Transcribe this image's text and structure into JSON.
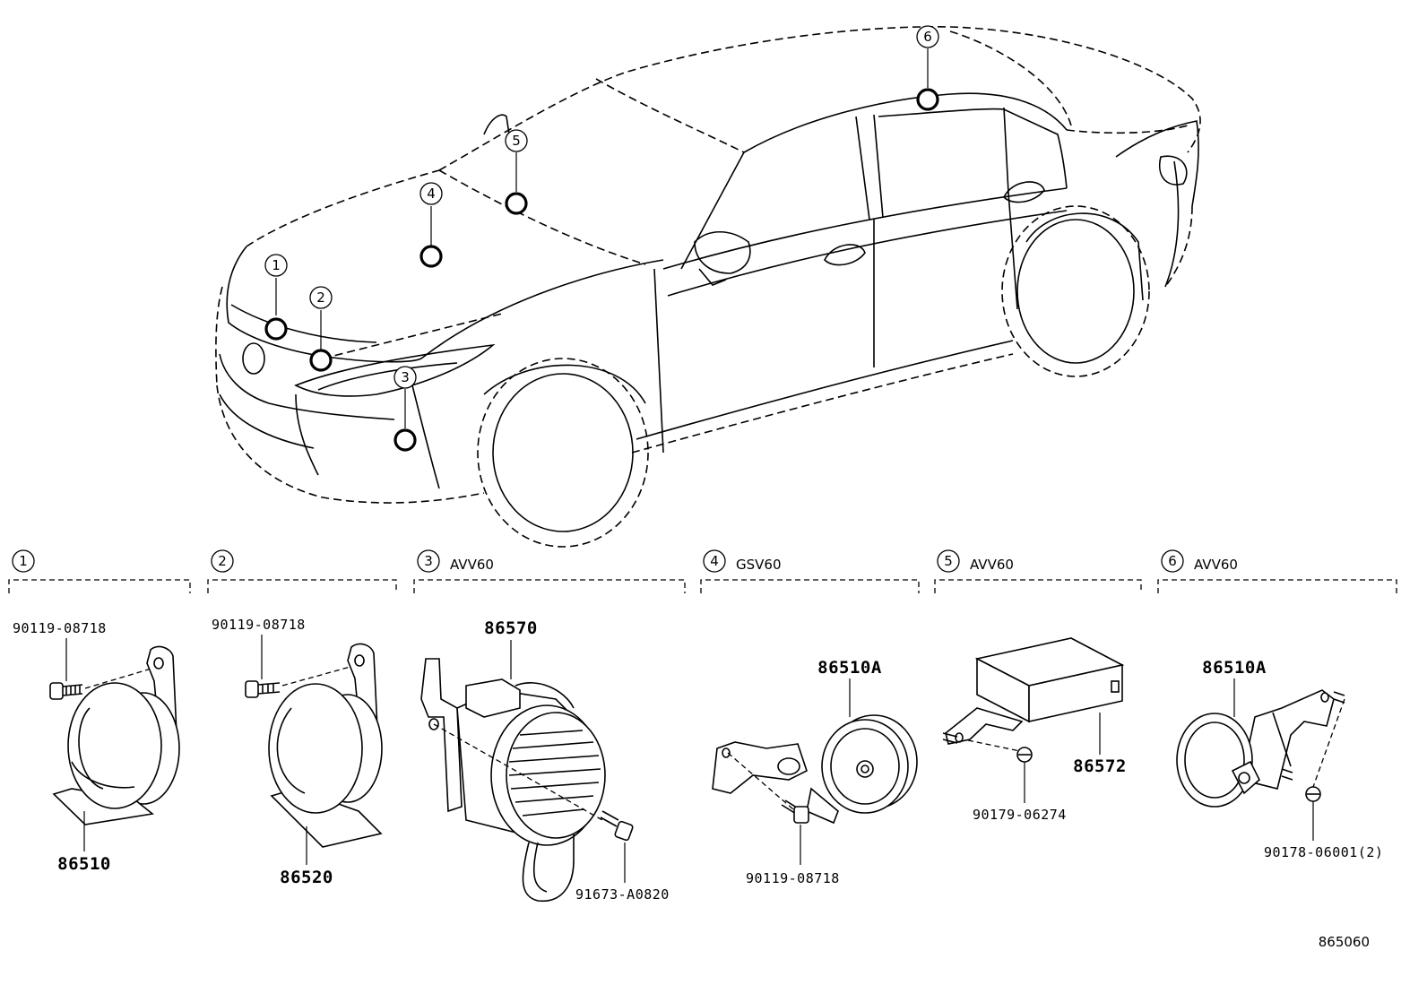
{
  "callouts": [
    "1",
    "2",
    "3",
    "4",
    "5",
    "6"
  ],
  "sections": [
    {
      "num": "1",
      "model": ""
    },
    {
      "num": "2",
      "model": ""
    },
    {
      "num": "3",
      "model": "AVV60"
    },
    {
      "num": "4",
      "model": "GSV60"
    },
    {
      "num": "5",
      "model": "AVV60"
    },
    {
      "num": "6",
      "model": "AVV60"
    }
  ],
  "parts": {
    "s1_bolt": "90119-08718",
    "s1_horn": "86510",
    "s2_bolt": "90119-08718",
    "s2_horn": "86520",
    "s3_unit": "86570",
    "s3_bolt": "91673-A0820",
    "s4_horn": "86510A",
    "s4_bolt": "90119-08718",
    "s5_module": "86572",
    "s5_nut": "90179-06274",
    "s6_horn": "86510A",
    "s6_nut": "90178-06001(2)"
  },
  "diagram_code": "865060"
}
